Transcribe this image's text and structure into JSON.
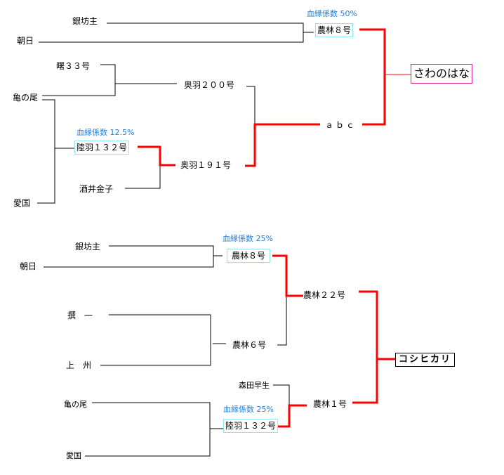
{
  "tree1": {
    "target": "さわのはな",
    "nodes": {
      "ginbozu": "銀坊主",
      "asahi": "朝日",
      "norin8": "農林８号",
      "akebono33": "曙３３号",
      "kamenoo": "亀の尾",
      "ou200": "奥羽２００号",
      "abc": "ａｂｃ",
      "rikuu132": "陸羽１３２号",
      "ou191": "奥羽１９１号",
      "sakaikaneko": "酒井金子",
      "aikoku": "愛国"
    },
    "coefficients": {
      "norin8": "血縁係数 50%",
      "rikuu132": "血縁係数 12.5%"
    }
  },
  "tree2": {
    "target": "コシヒカリ",
    "nodes": {
      "ginbozu": "銀坊主",
      "asahi": "朝日",
      "norin8": "農林８号",
      "norin22": "農林２２号",
      "senichi": "撰　一",
      "joshu": "上　州",
      "norin6": "農林６号",
      "moritawase": "森田早生",
      "norin1": "農林１号",
      "kamenoo": "亀の尾",
      "rikuu132": "陸羽１３２号",
      "aikoku": "愛国"
    },
    "coefficients": {
      "norin8": "血縁係数 25%",
      "rikuu132": "血縁係数 25%"
    }
  },
  "colors": {
    "highlight_line": "#ff0000",
    "coefficient_text": "#1c7fe0",
    "coefficient_box": "#8fe8f0",
    "target1_border": "#e0208a",
    "line": "#000000"
  }
}
